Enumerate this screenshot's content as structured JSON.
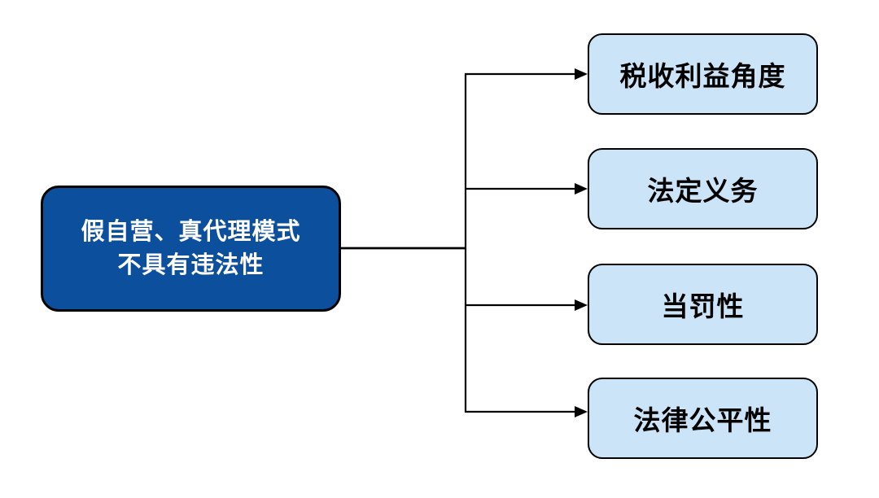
{
  "diagram": {
    "type": "flowchart",
    "direction": "left-to-right",
    "root": {
      "label": "假自营、真代理模式不具有违法性",
      "lines": [
        "假自营、真代理模式",
        "不具有违法性"
      ]
    },
    "branches": [
      {
        "label": "税收利益角度"
      },
      {
        "label": "法定义务"
      },
      {
        "label": "当罚性"
      },
      {
        "label": "法律公平性"
      }
    ]
  },
  "colors": {
    "root-fill": "#0c4f9d",
    "root-text": "#ffffff",
    "branch-fill": "#cce4f7",
    "branch-text": "#000000",
    "border": "#000000",
    "line": "#000000",
    "background": "#ffffff"
  }
}
